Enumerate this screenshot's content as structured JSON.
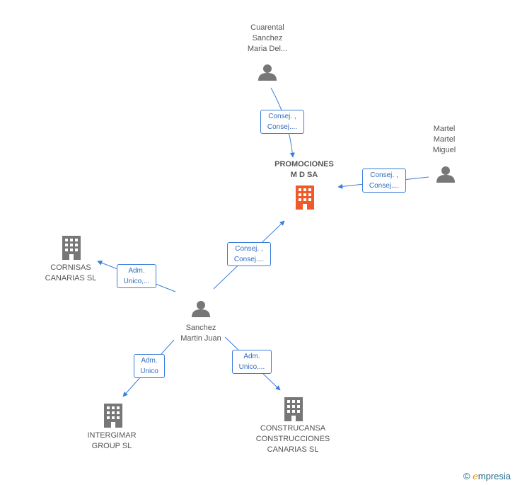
{
  "nodes": {
    "cuarental": {
      "label": "Cuarental\nSanchez\nMaria Del...",
      "type": "person"
    },
    "promociones": {
      "label": "PROMOCIONES\nM D SA",
      "type": "company-main"
    },
    "martel": {
      "label": "Martel\nMartel\nMiguel",
      "type": "person"
    },
    "cornisas": {
      "label": "CORNISAS\nCANARIAS SL",
      "type": "company"
    },
    "sanchez": {
      "label": "Sanchez\nMartin Juan",
      "type": "person"
    },
    "intergimar": {
      "label": "INTERGIMAR\nGROUP SL",
      "type": "company"
    },
    "construcansa": {
      "label": "CONSTRUCANSA\nCONSTRUCCIONES\nCANARIAS SL",
      "type": "company"
    }
  },
  "edges": {
    "cuarental_promociones": "Consej. ,\nConsej....",
    "martel_promociones": "Consej. ,\nConsej....",
    "sanchez_promociones": "Consej. ,\nConsej....",
    "sanchez_cornisas": "Adm.\nUnico,...",
    "sanchez_intergimar": "Adm.\nUnico",
    "sanchez_construcansa": "Adm.\nUnico,..."
  },
  "colors": {
    "person_icon": "#777777",
    "company_icon": "#777777",
    "main_company_icon": "#f05a28",
    "edge": "#3b7dd8"
  },
  "watermark": {
    "copyright": "©",
    "brand_initial": "e",
    "brand_rest": "mpresia"
  }
}
